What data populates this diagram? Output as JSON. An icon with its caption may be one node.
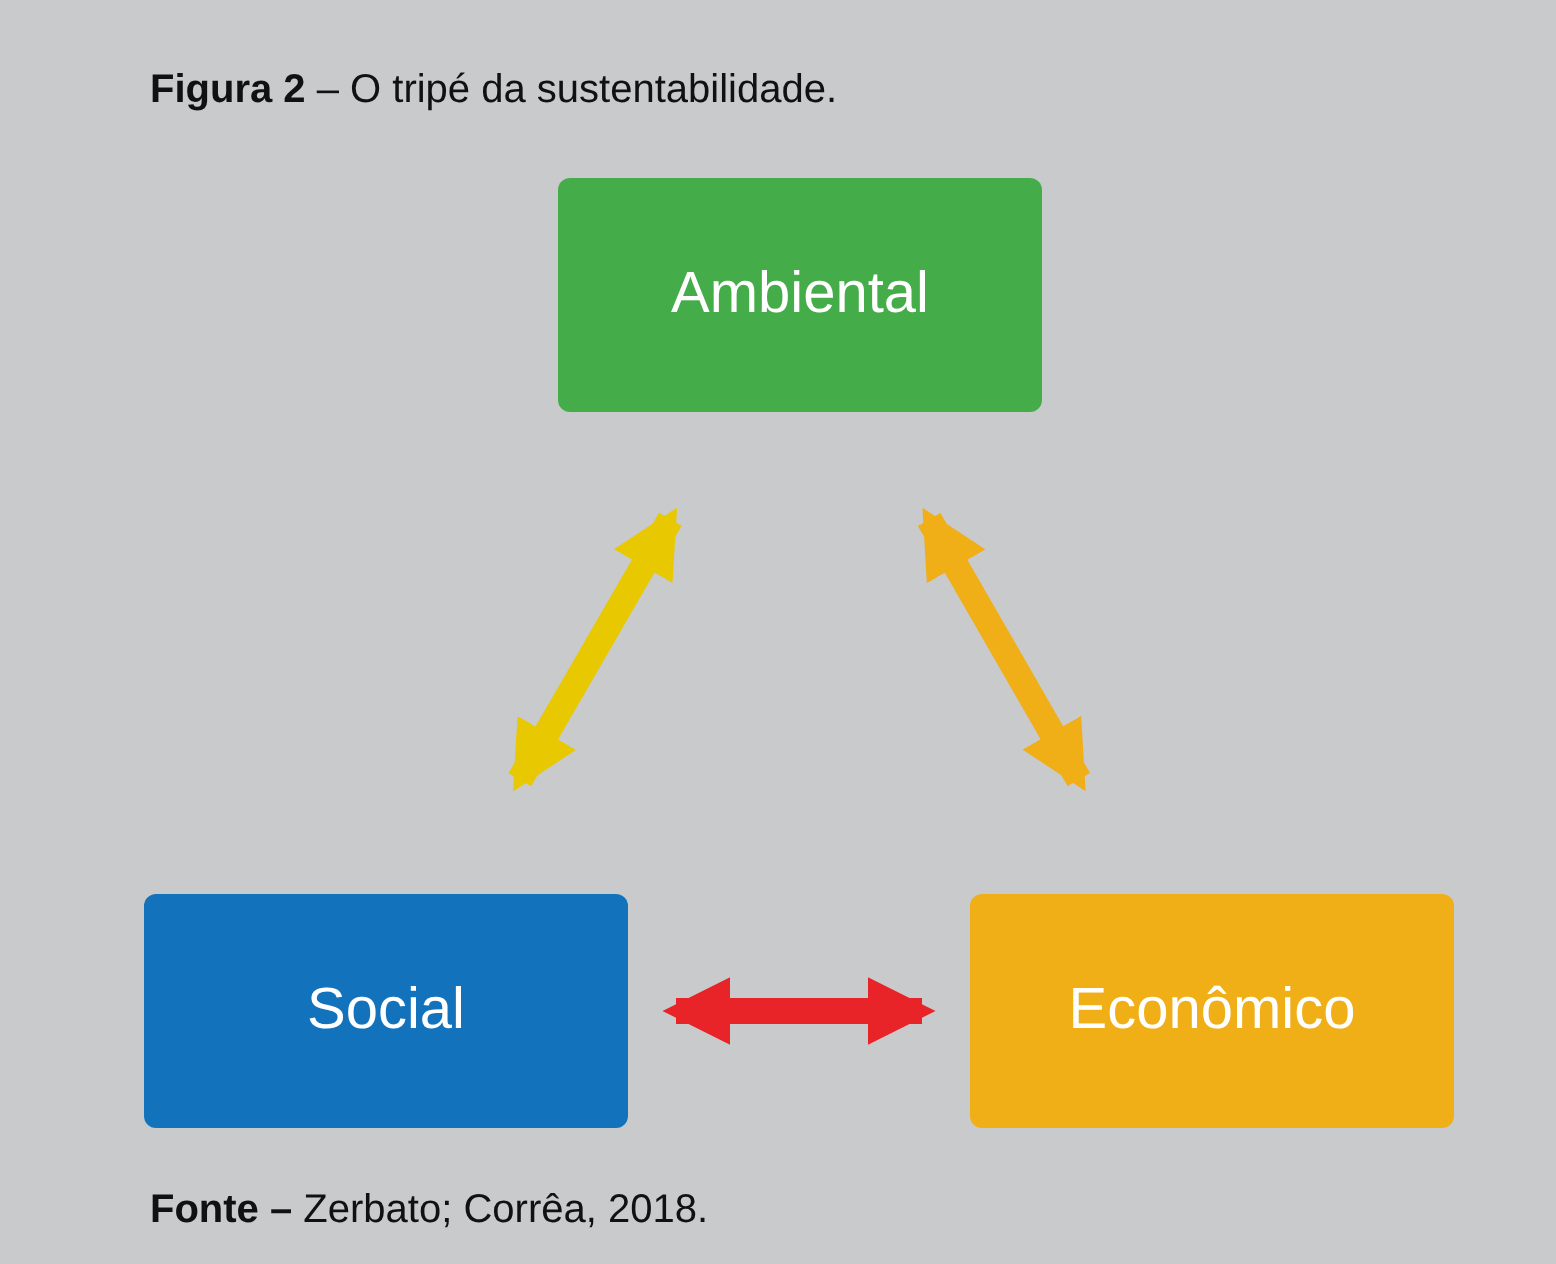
{
  "diagram": {
    "title": "**Figura 2** – O tripé da sustentabilidade.",
    "caption": "**Fonte –** Zerbato; Corrêa, 2018.",
    "nodes": [
      {
        "text": [
          "Ambiental"
        ]
      },
      {
        "text": [
          "Social"
        ]
      },
      {
        "text": [
          "Econômico"
        ]
      }
    ],
    "edges": [
      {
        "from": 0,
        "to": 1,
        "arrow": "both",
        "color": "#e8c800"
      },
      {
        "from": 0,
        "to": 2,
        "arrow": "both",
        "color": "#f0ae17"
      },
      {
        "from": 1,
        "to": 2,
        "arrow": "both",
        "color": "#e82429"
      }
    ]
  }
}
